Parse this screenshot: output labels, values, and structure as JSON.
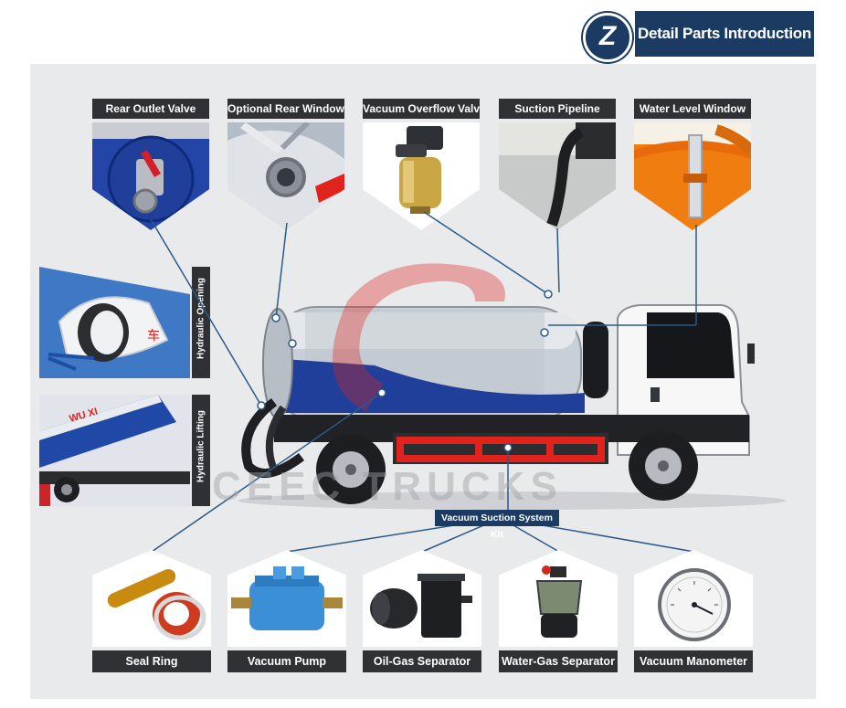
{
  "header": {
    "logo_glyph": "Z",
    "title": "Detail Parts Introduction",
    "color": "#1b3b63"
  },
  "top_parts": [
    {
      "label": "Rear Outlet Valve"
    },
    {
      "label": "Optional Rear Window"
    },
    {
      "label": "Vacuum Overflow Valve"
    },
    {
      "label": "Suction Pipeline"
    },
    {
      "label": "Water Level Window"
    }
  ],
  "side_parts": [
    {
      "label": "Hydraulic Opening"
    },
    {
      "label": "Hydraulic Lifting"
    }
  ],
  "kit": {
    "label": "Vacuum Suction System Kit"
  },
  "bottom_parts": [
    {
      "label": "Seal Ring"
    },
    {
      "label": "Vacuum Pump"
    },
    {
      "label": "Oil-Gas Separator"
    },
    {
      "label": "Water-Gas Separator"
    },
    {
      "label": "Vacuum Manometer"
    }
  ],
  "watermark": "CEEC TRUCKS",
  "truck_door_text": "WU XI",
  "colors": {
    "label_bg": "#2f3134",
    "panel_bg": "#e9eaec",
    "line": "#2c5a86",
    "truck_red": "#e0231d",
    "truck_blue": "#1f3f9a"
  }
}
